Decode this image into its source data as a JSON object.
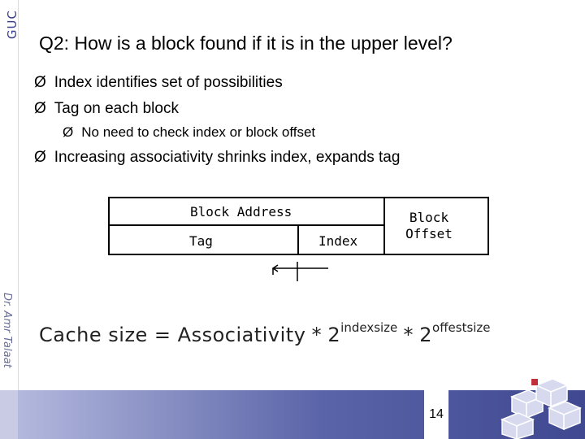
{
  "sidebar": {
    "logo_text": "GUC",
    "author": "Dr. Amr Talaat"
  },
  "slide": {
    "title": "Q2: How is a block found if it is in the upper level?",
    "bullets": [
      "Index identifies set of possibilities",
      "Tag on each block",
      "No need to check index or block offset",
      "Increasing associativity shrinks index, expands tag"
    ],
    "bullet_symbol": "Ø"
  },
  "diagram": {
    "block_address": "Block Address",
    "tag": "Tag",
    "index": "Index",
    "block_offset_line1": "Block",
    "block_offset_line2": "Offset"
  },
  "formula": {
    "lhs": "Cache size = Associativity",
    "star": "*",
    "base": "2",
    "exp1": "indexsize",
    "exp2": "offestsize"
  },
  "footer": {
    "page_number": "14"
  },
  "colors": {
    "logo": "#3a3f8f",
    "footer_dark": "#3f4890",
    "footer_light": "#b8bde0"
  }
}
